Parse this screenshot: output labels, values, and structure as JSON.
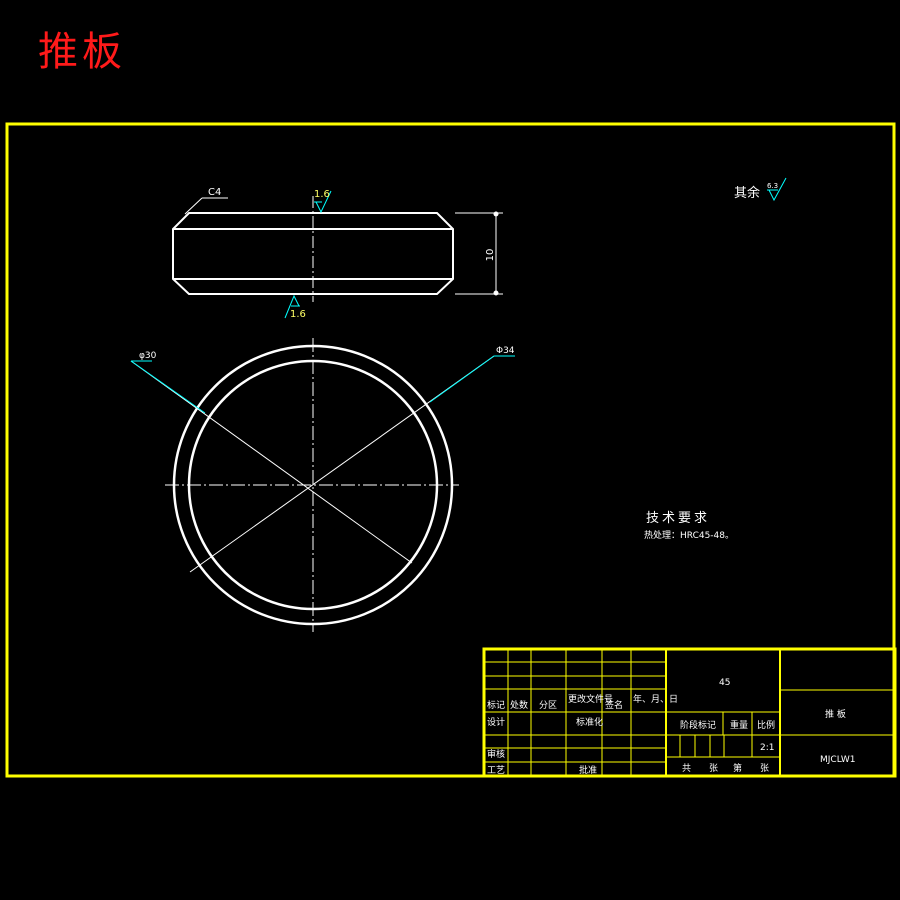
{
  "page_title": "推板",
  "colors": {
    "frame": "#ffff00",
    "part": "#ffffff",
    "dimension": "#00ffff",
    "title_red": "#ff1a1a"
  },
  "annotations": {
    "chamfer": "C4",
    "roughness_top": "1.6",
    "roughness_bottom": "1.6",
    "thickness": "10",
    "inner_diameter": "φ30",
    "outer_diameter": "Φ34",
    "rest_label": "其余",
    "rest_value": "6.3"
  },
  "tech_req": {
    "title": "技术要求",
    "line1": "热处理：HRC45-48。"
  },
  "title_block": {
    "material": "45",
    "part_name": "推 板",
    "drawing_no": "MJCLW1",
    "scale": "2:1",
    "headers": {
      "mark": "标记",
      "count": "处数",
      "zone": "分区",
      "change_doc": "更改文件号",
      "signature": "签名",
      "date": "年、月、日",
      "design": "设计",
      "standardization": "标准化",
      "review": "审核",
      "process": "工艺",
      "approve": "批准",
      "stage_mark": "阶段标记",
      "weight": "重量",
      "ratio": "比例",
      "total_sheets": "共　　张",
      "sheet_no": "第　　张"
    }
  }
}
